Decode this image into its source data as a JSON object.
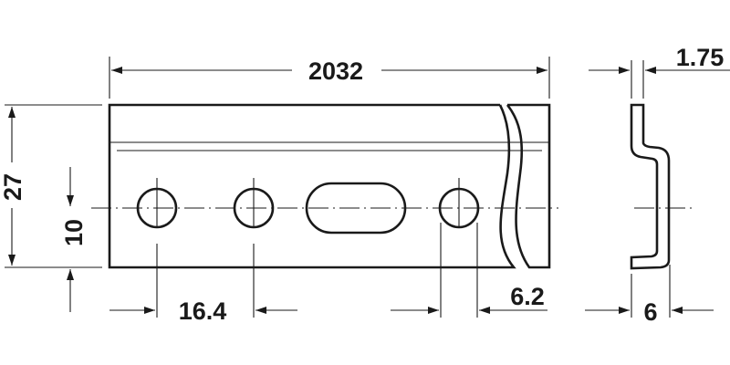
{
  "drawing": {
    "dimensions": {
      "length": "2032",
      "height": "27",
      "hole_center_height": "10",
      "hole_spacing": "16.4",
      "hole_diameter": "6.2",
      "thickness": "1.75",
      "depth": "6"
    },
    "line_color": "#1a1a1a"
  }
}
